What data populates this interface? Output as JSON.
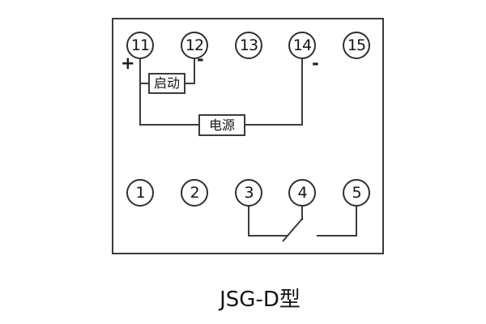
{
  "diagram": {
    "caption": "JSG-D型",
    "terminals": {
      "top": [
        "11",
        "12",
        "13",
        "14",
        "15"
      ],
      "bottom": [
        "1",
        "2",
        "3",
        "4",
        "5"
      ]
    },
    "component_boxes": {
      "start": "启动",
      "power": "电源"
    },
    "polarity": {
      "plus_terminal_11": "+",
      "minus_terminal_12": "-",
      "minus_terminal_14": "-"
    },
    "colors": {
      "line": "#3b3b3b",
      "text": "#141414",
      "background": "#ffffff"
    }
  }
}
